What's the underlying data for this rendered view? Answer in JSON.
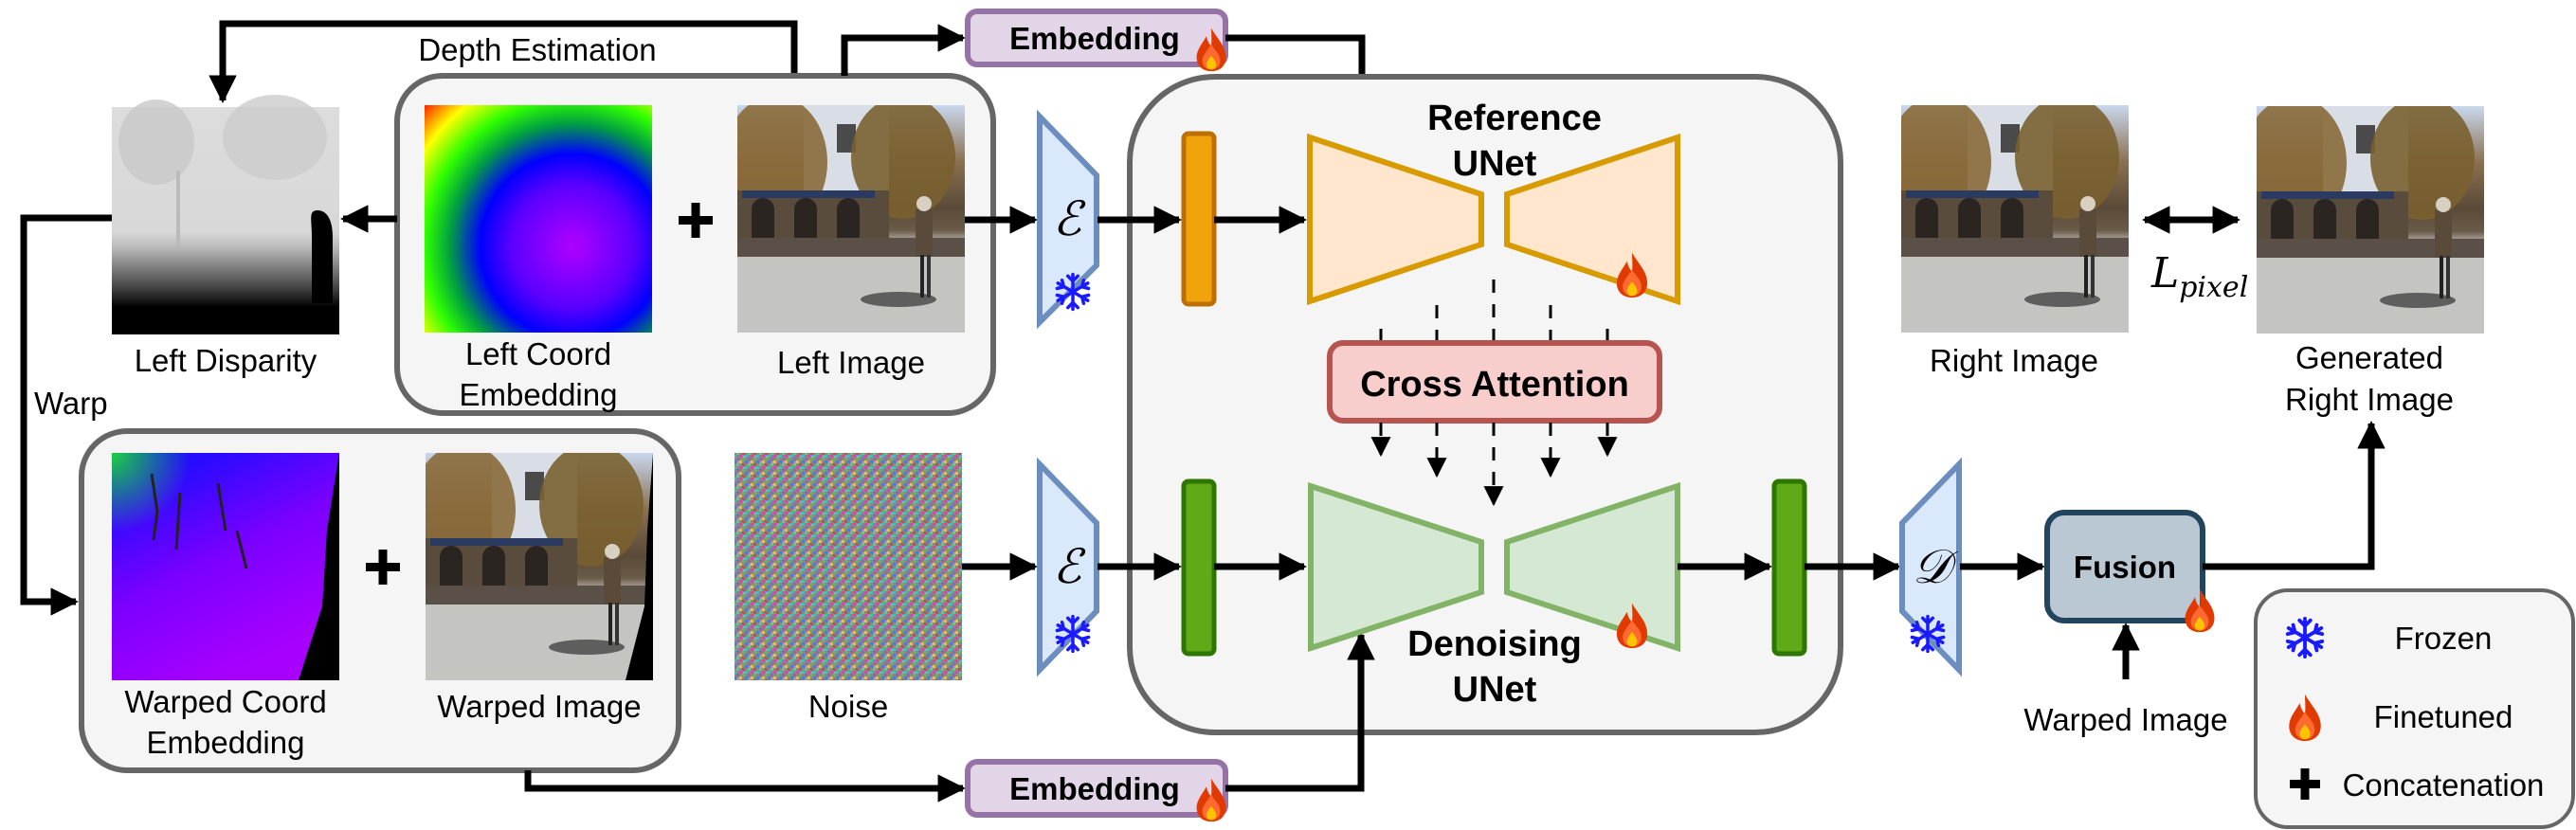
{
  "diagram": {
    "title_hint": "Stereo image generation pipeline with Reference UNet and Denoising UNet",
    "labels": {
      "depth_estimation": "Depth Estimation",
      "left_disparity": "Left Disparity",
      "warp": "Warp",
      "left_coord_line1": "Left Coord",
      "left_coord_line2": "Embedding",
      "left_image": "Left Image",
      "warped_coord_line1": "Warped Coord",
      "warped_coord_line2": "Embedding",
      "warped_image": "Warped Image",
      "noise": "Noise",
      "right_image": "Right Image",
      "generated_line1": "Generated",
      "generated_line2": "Right Image",
      "fusion_input": "Warped Image"
    },
    "blocks": {
      "embedding_top": "Embedding",
      "embedding_bottom": "Embedding",
      "reference_unet_line1": "Reference",
      "reference_unet_line2": "UNet",
      "denoising_unet_line1": "Denoising",
      "denoising_unet_line2": "UNet",
      "cross_attention": "Cross Attention",
      "fusion": "Fusion",
      "encoder_symbol": "ℰ",
      "decoder_symbol": "𝒟",
      "concat_symbol": "+"
    },
    "loss": {
      "symbol": "L",
      "subscript": "pixel"
    },
    "legend": [
      {
        "icon": "snowflake-icon",
        "label": "Frozen"
      },
      {
        "icon": "flame-icon",
        "label": "Finetuned"
      },
      {
        "icon": "plus-icon",
        "label": "Concatenation"
      }
    ],
    "colors": {
      "embedding_fill": "#e1d5e7",
      "embedding_stroke": "#9673a6",
      "reference_fill": "#ffe6cc",
      "reference_stroke": "#d79b00",
      "denoising_fill": "#d5e8d4",
      "denoising_stroke": "#82b366",
      "cross_attention_fill": "#f8cecc",
      "cross_attention_stroke": "#b85450",
      "fusion_fill": "#bac8d3",
      "fusion_stroke": "#23445d",
      "vae_fill": "#dae8fc",
      "vae_stroke": "#6c8ebf",
      "orange_bar": "#f0a30a",
      "green_bar": "#60a917",
      "snowflake": "#1a1aff",
      "flame_outer": "#e03a00",
      "group_fill": "#f5f5f5",
      "group_stroke": "#666666"
    }
  }
}
